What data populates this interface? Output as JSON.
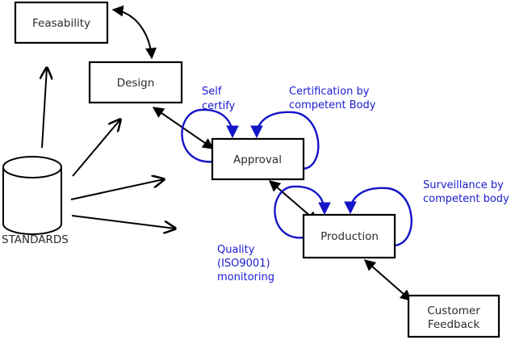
{
  "diagram": {
    "title": "Standards-driven product lifecycle flow",
    "colors": {
      "node_stroke": "#000000",
      "node_fill": "#ffffff",
      "node_text": "#2b2b2b",
      "flow_arrow": "#000000",
      "loop_arrow": "#1414c8",
      "annotation_text": "#1a1ad0",
      "background": "#ffffff"
    },
    "nodes": [
      {
        "id": "feasability",
        "label": "Feasability",
        "shape": "rectangle"
      },
      {
        "id": "design",
        "label": "Design",
        "shape": "rectangle"
      },
      {
        "id": "approval",
        "label": "Approval",
        "shape": "rectangle"
      },
      {
        "id": "production",
        "label": "Production",
        "shape": "rectangle"
      },
      {
        "id": "customer_feedback",
        "label_line1": "Customer",
        "label_line2": "Feedback",
        "shape": "rectangle"
      },
      {
        "id": "standards",
        "label": "STANDARDS",
        "shape": "cylinder"
      }
    ],
    "annotations": [
      {
        "id": "self-certify",
        "line1": "Self",
        "line2": "certify"
      },
      {
        "id": "certification",
        "line1": "Certification by",
        "line2": "competent Body"
      },
      {
        "id": "surveillance",
        "line1": "Surveillance by",
        "line2": "competent body"
      },
      {
        "id": "quality-monitoring",
        "line1": "Quality",
        "line2": "(ISO9001)",
        "line3": "monitoring"
      }
    ],
    "edges": [
      {
        "id": "feasability-design",
        "from": "feasability",
        "to": "design",
        "style": "curved",
        "heads": "both"
      },
      {
        "id": "design-approval",
        "from": "design",
        "to": "approval",
        "style": "straight",
        "heads": "both"
      },
      {
        "id": "approval-production",
        "from": "approval",
        "to": "production",
        "style": "straight",
        "heads": "both"
      },
      {
        "id": "production-customer-feedback",
        "from": "production",
        "to": "customer_feedback",
        "style": "straight",
        "heads": "both"
      },
      {
        "id": "standards-feasability",
        "from": "standards",
        "to": "feasability",
        "style": "straight",
        "heads": "single"
      },
      {
        "id": "standards-design",
        "from": "standards",
        "to": "design",
        "style": "straight",
        "heads": "single"
      },
      {
        "id": "standards-approval",
        "from": "standards",
        "to": "approval",
        "style": "straight",
        "heads": "single"
      },
      {
        "id": "standards-production",
        "from": "standards",
        "to": "production",
        "style": "straight",
        "heads": "single"
      }
    ],
    "self_loops": [
      {
        "id": "approval-self-certify-loop",
        "on": "approval",
        "annotation": "self-certify",
        "direction": "counterclockwise"
      },
      {
        "id": "approval-certification-loop",
        "on": "approval",
        "annotation": "certification",
        "direction": "clockwise"
      },
      {
        "id": "production-quality-loop",
        "on": "production",
        "annotation": "quality-monitoring",
        "direction": "counterclockwise"
      },
      {
        "id": "production-surveillance-loop",
        "on": "production",
        "annotation": "surveillance",
        "direction": "clockwise"
      }
    ]
  }
}
